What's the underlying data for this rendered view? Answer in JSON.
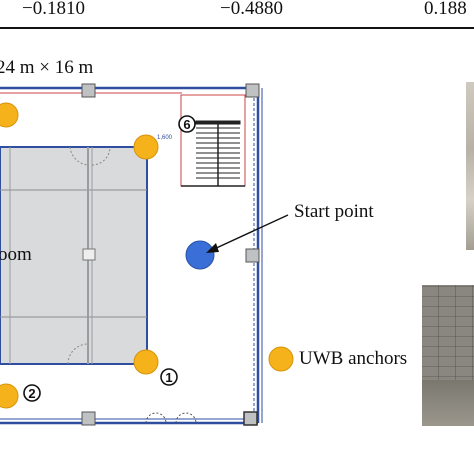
{
  "table": {
    "values": [
      "−0.1810",
      "−0.4880",
      "0.188"
    ]
  },
  "floorplan": {
    "dimension_label": "24 m × 16 m",
    "room_label": "oom",
    "start_point_label": "Start point",
    "small_label": "1,600"
  },
  "anchors": [
    {
      "id": "1",
      "label": "1"
    },
    {
      "id": "2",
      "label": "2"
    },
    {
      "id": "6",
      "label": "6"
    }
  ],
  "legend": {
    "uwb_anchor_label": "UWB anchors"
  },
  "colors": {
    "anchor": "#f5b21b",
    "anchor_stroke": "#d8930a",
    "start": "#3a6fd8",
    "room_fill": "#d9dadb",
    "wall": "#2f4ea0"
  }
}
